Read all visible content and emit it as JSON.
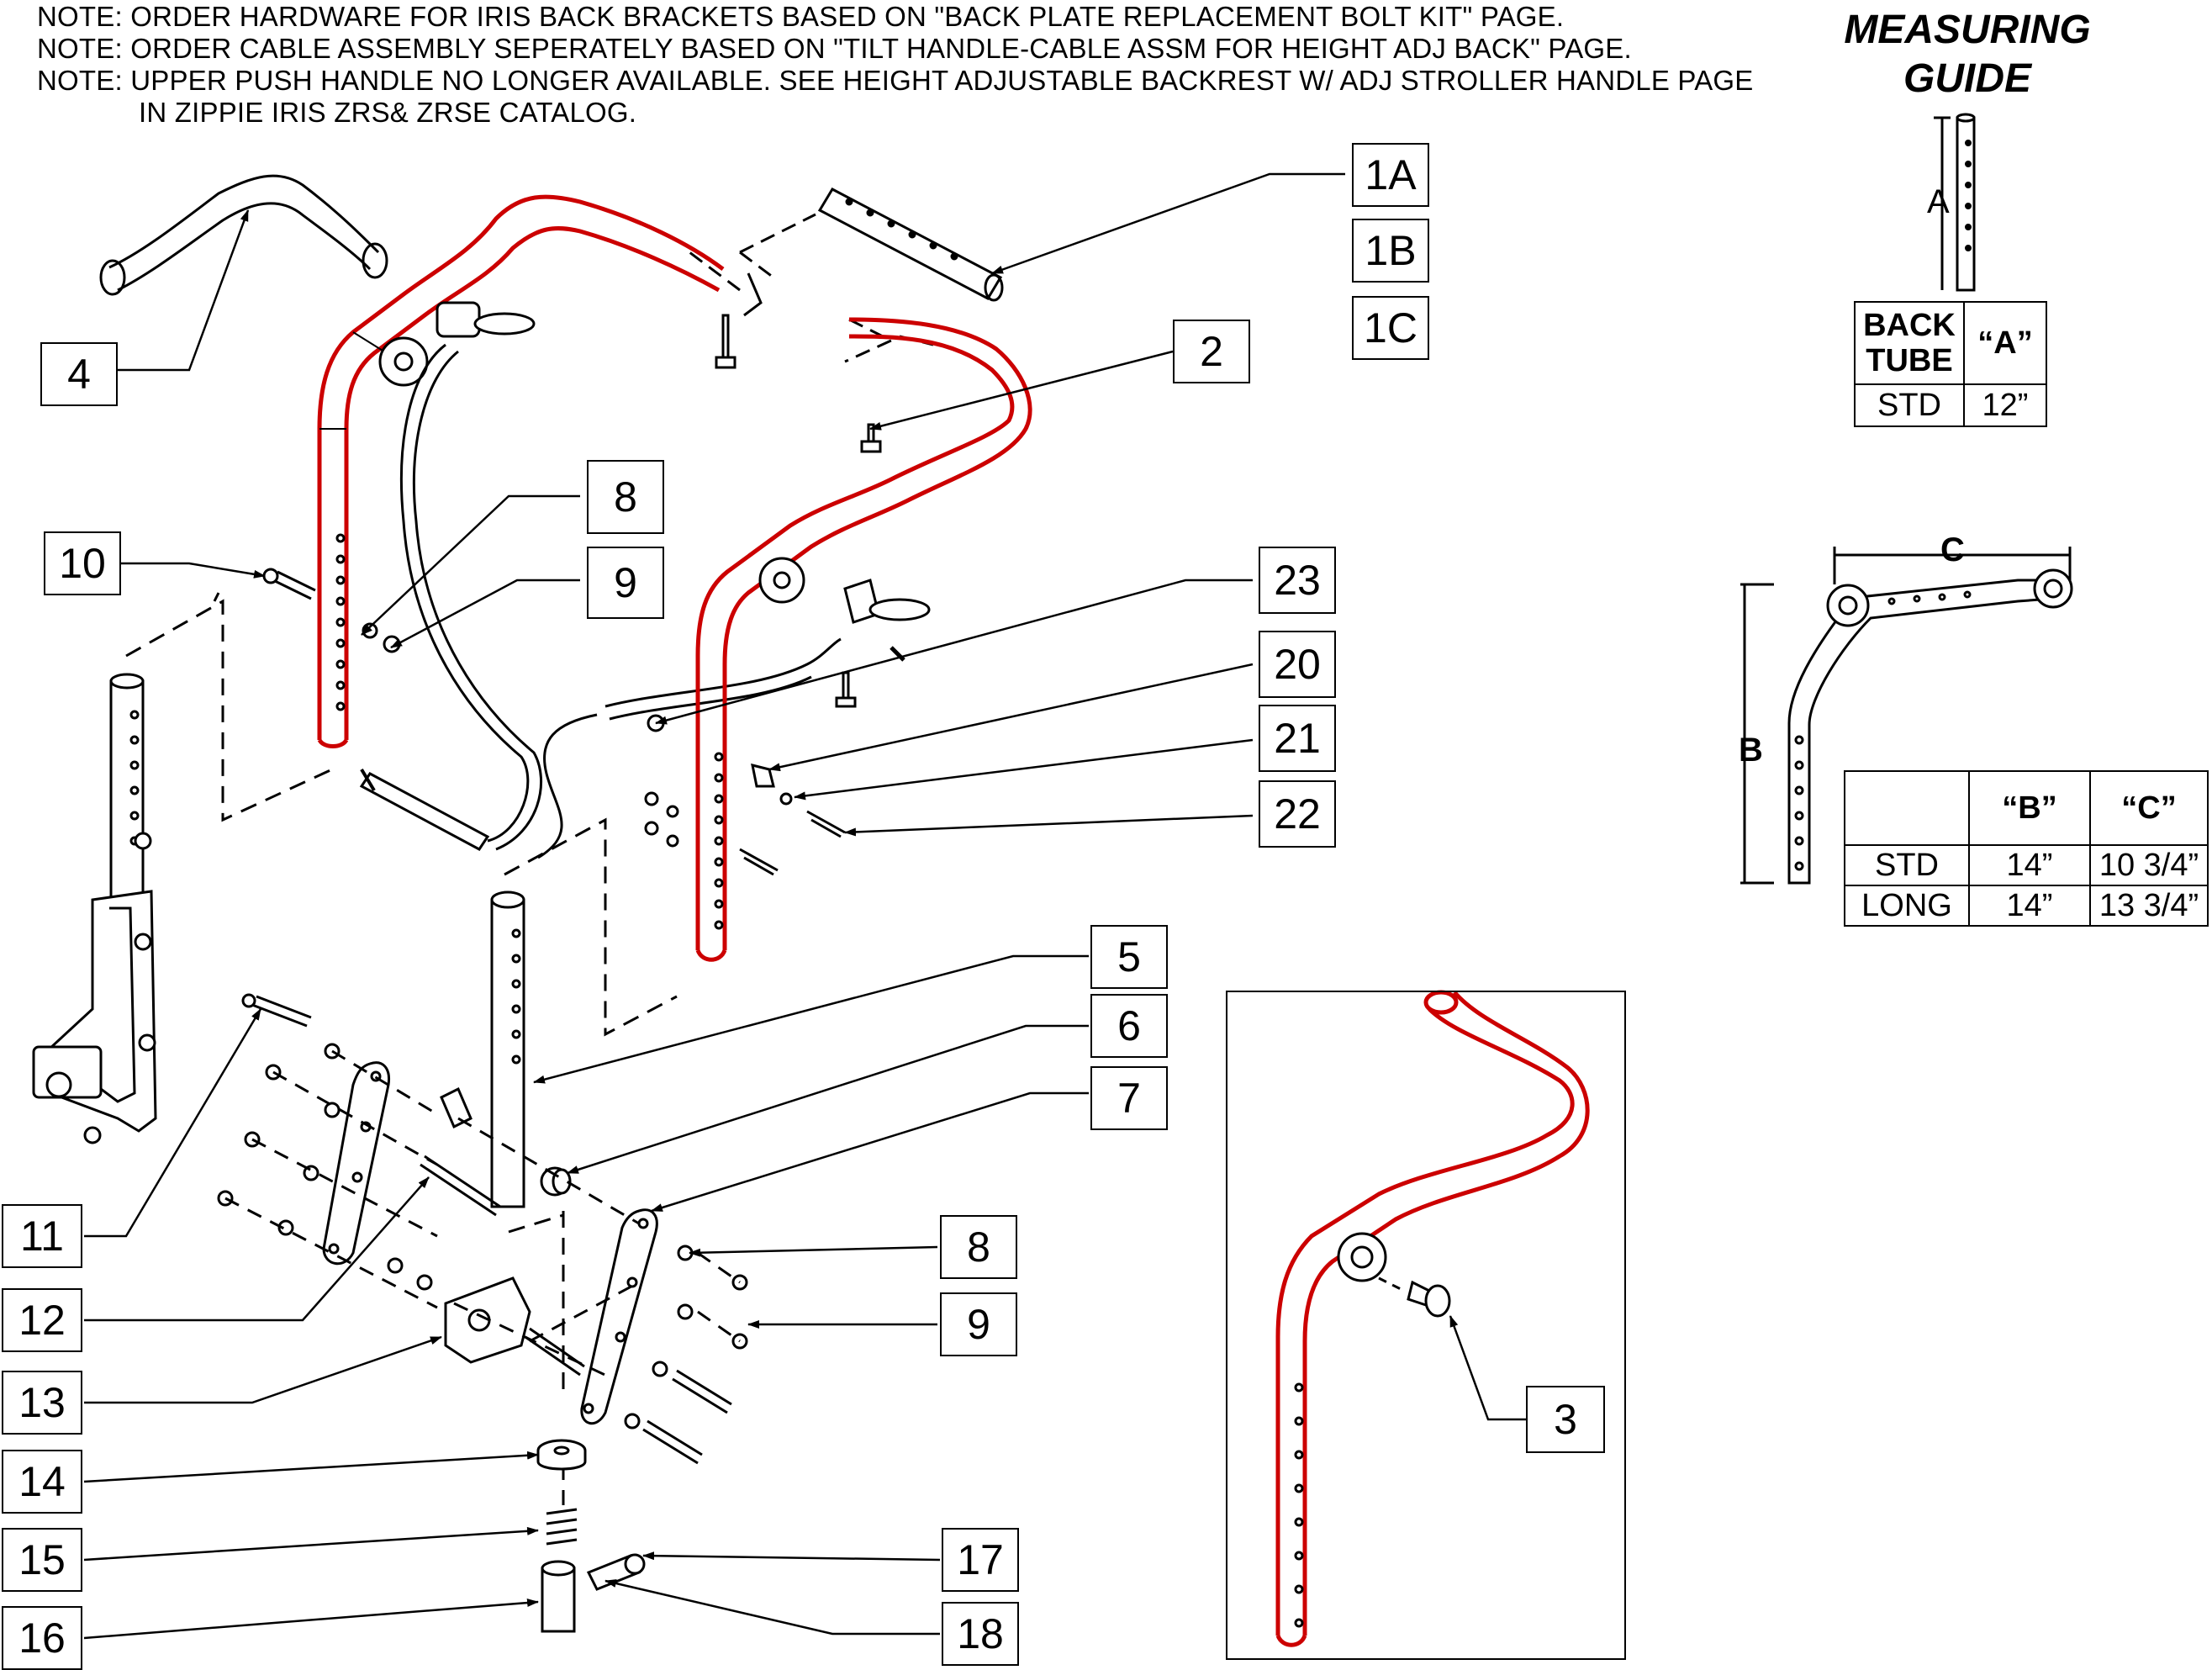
{
  "notes": [
    "NOTE: ORDER HARDWARE FOR IRIS BACK BRACKETS BASED ON \"BACK PLATE REPLACEMENT BOLT KIT\" PAGE.",
    "NOTE: ORDER CABLE ASSEMBLY SEPERATELY BASED ON \"TILT HANDLE-CABLE ASSM FOR HEIGHT ADJ BACK\" PAGE.",
    "NOTE: UPPER PUSH HANDLE NO LONGER AVAILABLE. SEE HEIGHT ADJUSTABLE BACKREST W/ ADJ STROLLER HANDLE PAGE",
    "IN ZIPPIE IRIS ZRS& ZRSE CATALOG."
  ],
  "guide": {
    "title_line1": "MEASURING",
    "title_line2": "GUIDE",
    "dim_a": "A",
    "dim_b": "B",
    "dim_c": "C",
    "table_a": {
      "head_col1_line1": "BACK",
      "head_col1_line2": "TUBE",
      "head_col2": "“A”",
      "row_label": "STD",
      "row_value": "12”"
    },
    "table_bc": {
      "head_b": "“B”",
      "head_c": "“C”",
      "rows": [
        {
          "label": "STD",
          "b": "14”",
          "c": "10 3/4”"
        },
        {
          "label": "LONG",
          "b": "14”",
          "c": "13 3/4”"
        }
      ]
    }
  },
  "callouts": {
    "c1a": "1A",
    "c1b": "1B",
    "c1c": "1C",
    "c2": "2",
    "c3": "3",
    "c4": "4",
    "c5": "5",
    "c6": "6",
    "c7": "7",
    "c8a": "8",
    "c9a": "9",
    "c8b": "8",
    "c9b": "9",
    "c10": "10",
    "c11": "11",
    "c12": "12",
    "c13": "13",
    "c14": "14",
    "c15": "15",
    "c16": "16",
    "c17": "17",
    "c18": "18",
    "c20": "20",
    "c21": "21",
    "c22": "22",
    "c23": "23"
  },
  "colors": {
    "highlight": "#cc0000",
    "line": "#000000"
  }
}
